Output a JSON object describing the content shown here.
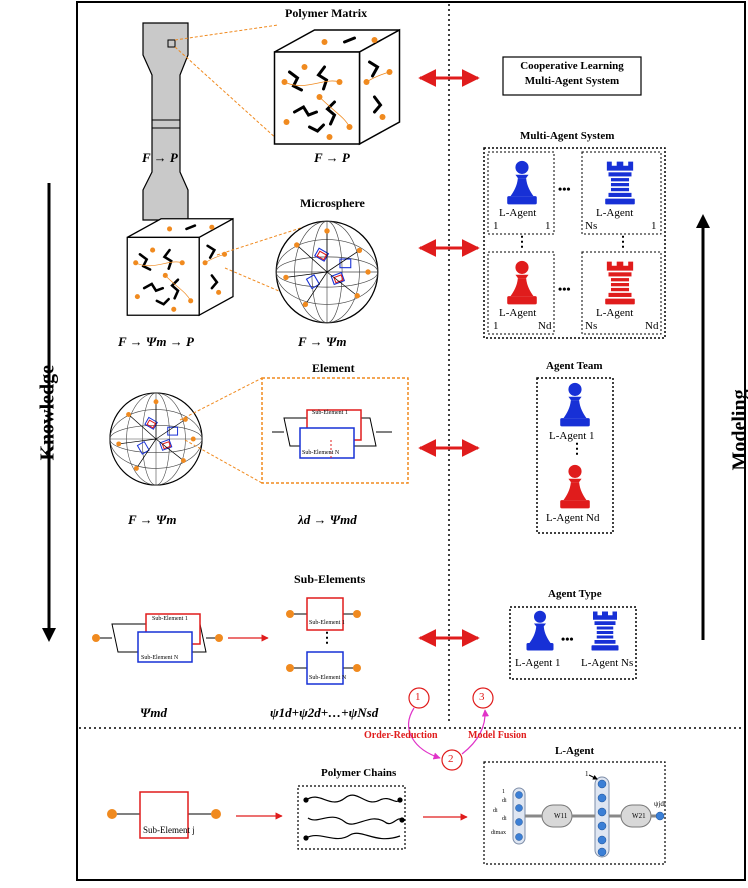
{
  "side_labels": {
    "left": "Knowledge",
    "right": "Modeling"
  },
  "rows": [
    {
      "title": "Polymer Matrix",
      "formula_left": "F → P",
      "formula_right": "F → P"
    },
    {
      "title": "Microsphere",
      "formula_left": "F → Ψm → P",
      "formula_right": "F → Ψm"
    },
    {
      "title": "Element",
      "formula_left": "F → Ψm",
      "formula_right": "λd → Ψmd"
    },
    {
      "title": "Sub-Elements",
      "formula_left": "Ψmd",
      "formula_right": "ψ1d+ψ2d+…+ψNsd"
    }
  ],
  "subelement_labels": {
    "first": "Sub-Element 1",
    "nth": "Sub-Element N",
    "j": "Sub-Element j"
  },
  "modeling": {
    "cooperative": [
      "Cooperative Learning",
      "Multi-Agent System"
    ],
    "multi_agent_title": "Multi-Agent System",
    "agent_team_title": "Agent Team",
    "agent_type_title": "Agent Type",
    "l_agent": "L-Agent",
    "l_agent_1": "L-Agent 1",
    "l_agent_nd": "L-Agent  Nd",
    "l_agent_ns": "L-Agent Ns",
    "ellipsis": "•••",
    "vdots": "⋮",
    "sub1": "1",
    "subNs": "Ns",
    "subNd": "Nd"
  },
  "bottom": {
    "circle_1": "1",
    "circle_2": "2",
    "circle_3": "3",
    "order_reduction": "Order-Reduction",
    "model_fusion": "Model Fusion",
    "polymer_chains_title": "Polymer Chains",
    "l_agent_title": "L-Agent",
    "nn_w11": "W11",
    "nn_w21": "W21",
    "nn_bias": "1",
    "nn_inputs": [
      "1",
      "di",
      "di",
      "di",
      "dimax"
    ],
    "nn_output": "ψjdi"
  },
  "colors": {
    "red": "#e01c1c",
    "blue": "#1730d6",
    "orange": "#f08a1f",
    "magenta": "#e032c8"
  }
}
